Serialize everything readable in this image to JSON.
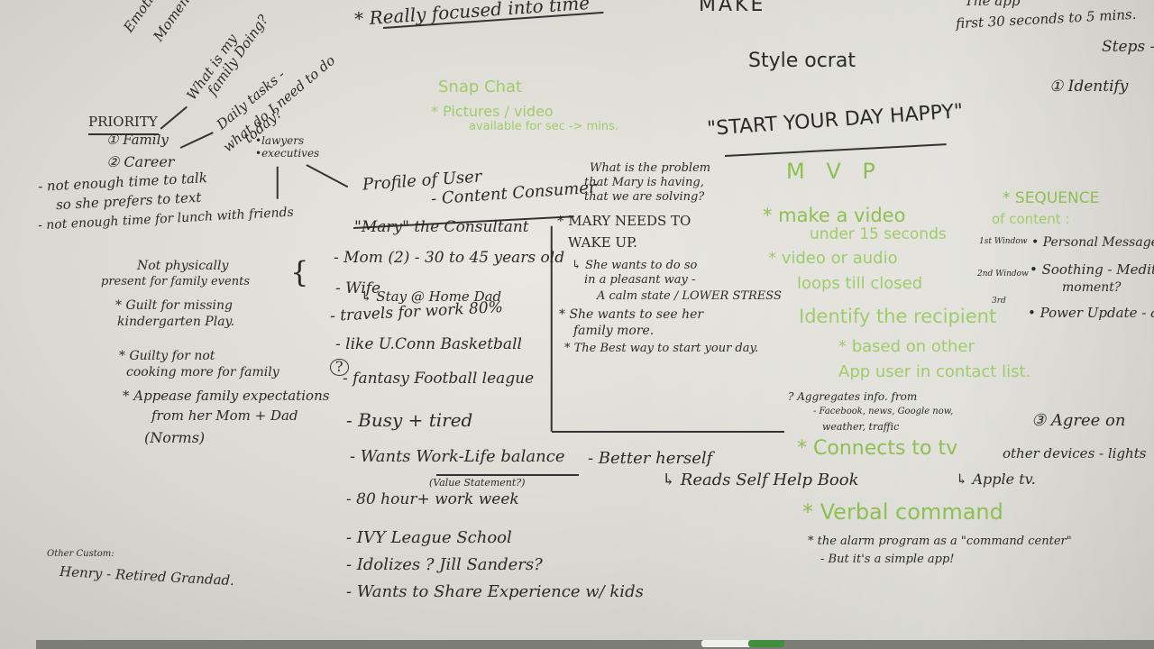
{
  "top": {
    "emotional": "Emotional",
    "moments": "Moments",
    "what_is_my": "What is my",
    "family_doing": "family Doing?",
    "daily_tasks": "Daily tasks -",
    "what_do_i": "what do I need to do",
    "today": "today?",
    "really_focused": "* Really focused into time",
    "make": "MAKE",
    "first30": "first 30 seconds to 5 mins.",
    "the_app": "The app",
    "steps": "Steps -"
  },
  "priority": {
    "title": "PRIORITY",
    "family": "① Family",
    "career": "② Career",
    "lawyers": "•lawyers",
    "executives": "•executives"
  },
  "left": {
    "talk1": "- not enough time to talk",
    "talk2": "so she prefers to text",
    "lunch": "- not enough time for lunch with friends",
    "notphys1": "Not physically",
    "notphys2": "present for family events",
    "guilt1": "* Guilt for missing",
    "guilt2": "kindergarten Play.",
    "guilty1": "* Guilty for not",
    "guilty2": "cooking more for family",
    "appease1": "* Appease family expectations",
    "appease2": "from her Mom + Dad",
    "norms": "(Norms)",
    "brace": "{",
    "other_custom": "Other Custom:",
    "henry": "Henry - Retired Grandad."
  },
  "profile": {
    "title": "Profile of User",
    "consumer": "- Content Consumer",
    "mary": "\"Mary\" the Consultant",
    "mom": "- Mom (2) - 30 to 45 years old",
    "wife": "- Wife",
    "stay_home": "↳ Stay @ Home Dad",
    "travels": "- travels for work 80%",
    "uconn": "- like U.Conn Basketball",
    "fantasy": "- fantasy Football league",
    "q": "?",
    "busy": "- Busy + tired",
    "balance": "- Wants Work-Life balance",
    "value_stmt": "(Value Statement?)",
    "hours": "- 80 hour+ work week",
    "ivy": "- IVY League School",
    "idolizes": "- Idolizes ? Jill Sanders?",
    "share": "- Wants to Share Experience w/ kids",
    "better": "- Better herself",
    "reads": "↳ Reads Self Help Book"
  },
  "problem": {
    "q1": "What is the problem",
    "q2": "that Mary is having,",
    "q3": "that we are solving?",
    "needs1": "* MARY NEEDS TO",
    "needs2": "WAKE UP.",
    "wants1": "↳ She wants to do so",
    "wants2": "in a pleasant way -",
    "calm": "A calm state / LOWER STRESS",
    "family1": "* She wants to see her",
    "family2": "family more.",
    "best": "* The Best way to start your day."
  },
  "snap": {
    "title": "Snap Chat",
    "pictures": "* Pictures / video",
    "available": "available for sec -> mins."
  },
  "right": {
    "style": "Style ocrat",
    "start": "\"START YOUR DAY HAPPY\"",
    "mvp": "M V P",
    "make_video": "* make a video",
    "under15": "under 15 seconds",
    "video_audio": "* video or audio",
    "loops": "loops till closed",
    "identify_rec": "Identify the recipient",
    "based": "* based on other",
    "app_user": "App user in contact list.",
    "agg1": "? Aggregates info. from",
    "agg2": "- Facebook, news, Google now,",
    "agg3": "weather, traffic",
    "connects": "* Connects to tv",
    "other_dev": "other devices - lights",
    "apple": "↳ Apple tv.",
    "verbal": "* Verbal command",
    "alarm1": "* the alarm program as a \"command center\"",
    "alarm2": "- But it's a simple app!",
    "sequence1": "* SEQUENCE",
    "sequence2": "of content :",
    "win1": "1st Window",
    "win2": "2nd Window",
    "win3": "3rd",
    "personal": "• Personal Message",
    "soothing": "• Soothing - Meditation",
    "moment": "moment?",
    "power": "• Power Update - agg.",
    "identify": "① Identify",
    "agree": "③ Agree on"
  },
  "colors": {
    "board": "#e3e2dc",
    "ink": "#2a2a28",
    "green": "#8fbf52"
  }
}
